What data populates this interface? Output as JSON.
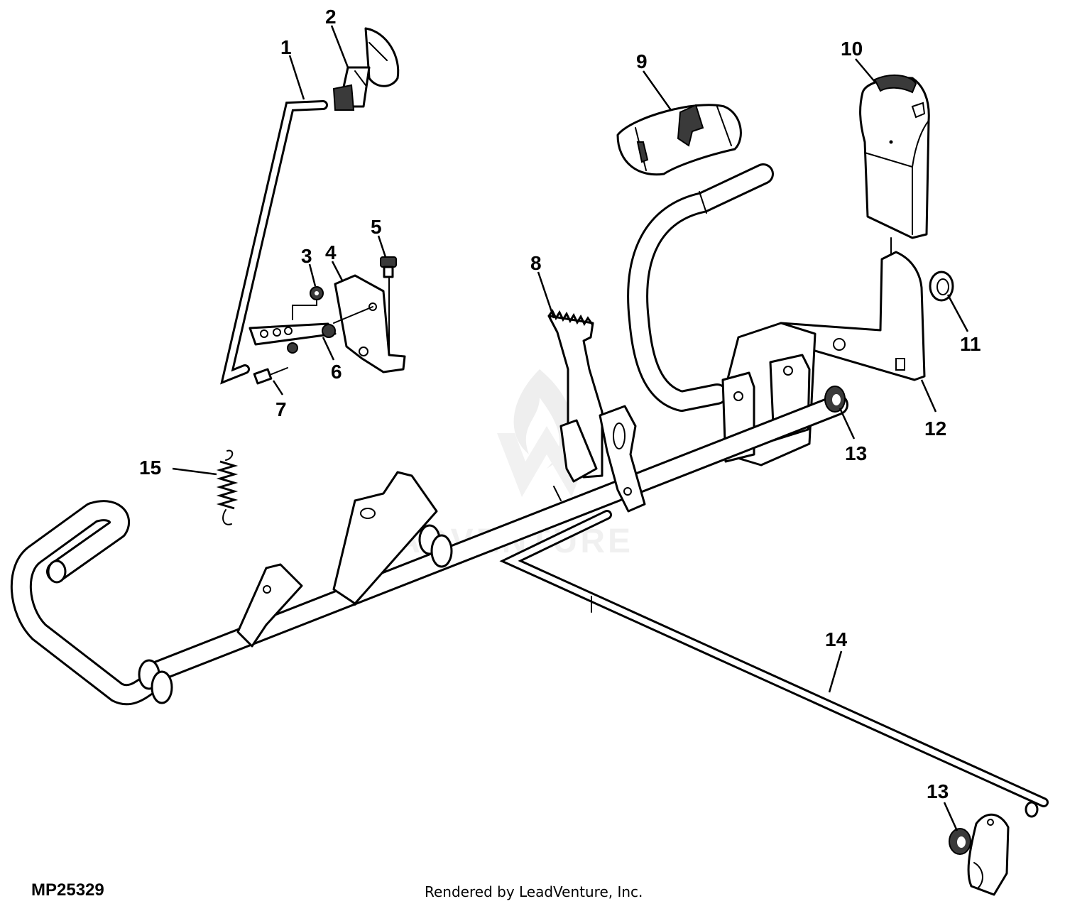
{
  "diagram": {
    "callouts": [
      "1",
      "2",
      "3",
      "4",
      "5",
      "6",
      "7",
      "8",
      "9",
      "10",
      "11",
      "12",
      "13",
      "13",
      "14",
      "15"
    ],
    "figure_id": "MP25329",
    "credit": "Rendered by LeadVenture, Inc.",
    "watermark": "LEADVENTURE"
  }
}
